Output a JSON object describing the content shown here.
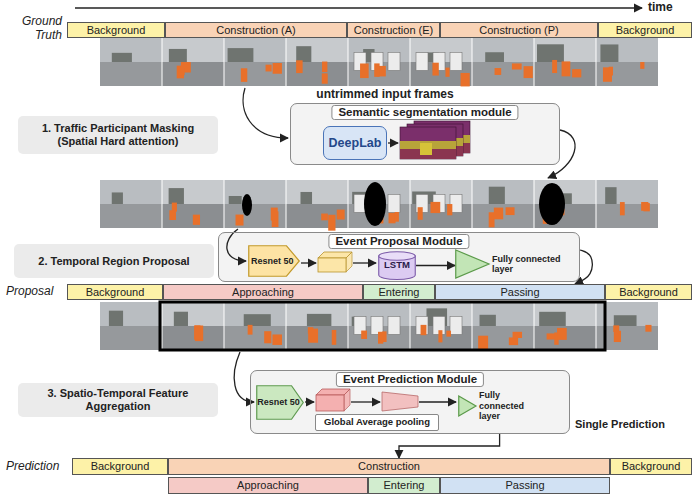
{
  "diagram": {
    "nodes": [
      {
        "text": [
          "Background"
        ]
      },
      {
        "text": [
          "Construction (A)"
        ]
      },
      {
        "text": [
          "Construction (E)"
        ]
      },
      {
        "text": [
          "Construction (P)"
        ]
      },
      {
        "text": [
          "Background"
        ]
      },
      {
        "text": [
          "1. Traffic Participant Masking (Spatial Hard attention)"
        ]
      },
      {
        "text": [
          "Semantic segmentation module"
        ]
      },
      {
        "text": [
          "DeepLab"
        ],
        "in": 6
      },
      {
        "text": [
          "2. Temporal Region Proposal"
        ]
      },
      {
        "text": [
          "Event Proposal Module"
        ]
      },
      {
        "text": [
          "Resnet 50"
        ],
        "in": 9
      },
      {
        "text": [
          "LSTM"
        ],
        "in": 9
      },
      {
        "text": [
          "Fully connected layer"
        ],
        "in": 9
      },
      {
        "text": [
          "Background"
        ]
      },
      {
        "text": [
          "Approaching"
        ]
      },
      {
        "text": [
          "Entering"
        ]
      },
      {
        "text": [
          "Passing"
        ]
      },
      {
        "text": [
          "Background"
        ]
      },
      {
        "text": [
          "3. Spatio-Temporal Feature Aggregation"
        ]
      },
      {
        "text": [
          "Event Prediction Module"
        ]
      },
      {
        "text": [
          "Resnet 50"
        ],
        "in": 19
      },
      {
        "text": [
          "Global Average pooling"
        ],
        "in": 19
      },
      {
        "text": [
          "Fully connected layer"
        ],
        "in": 19
      },
      {
        "text": [
          "Background"
        ]
      },
      {
        "text": [
          "Construction"
        ]
      },
      {
        "text": [
          "Background"
        ]
      },
      {
        "text": [
          "Approaching"
        ]
      },
      {
        "text": [
          "Entering"
        ]
      },
      {
        "text": [
          "Passing"
        ]
      }
    ],
    "edges": [
      {
        "from": 11,
        "to": 12,
        "arrow": "to"
      },
      {
        "from": 9,
        "to": 16,
        "arrow": "to"
      },
      {
        "from": 19,
        "to": 24,
        "arrow": "to"
      }
    ],
    "labels": [
      "time",
      "Ground Truth",
      "untrimmed input frames",
      "Proposal",
      "Single Prediction",
      "Prediction"
    ]
  }
}
